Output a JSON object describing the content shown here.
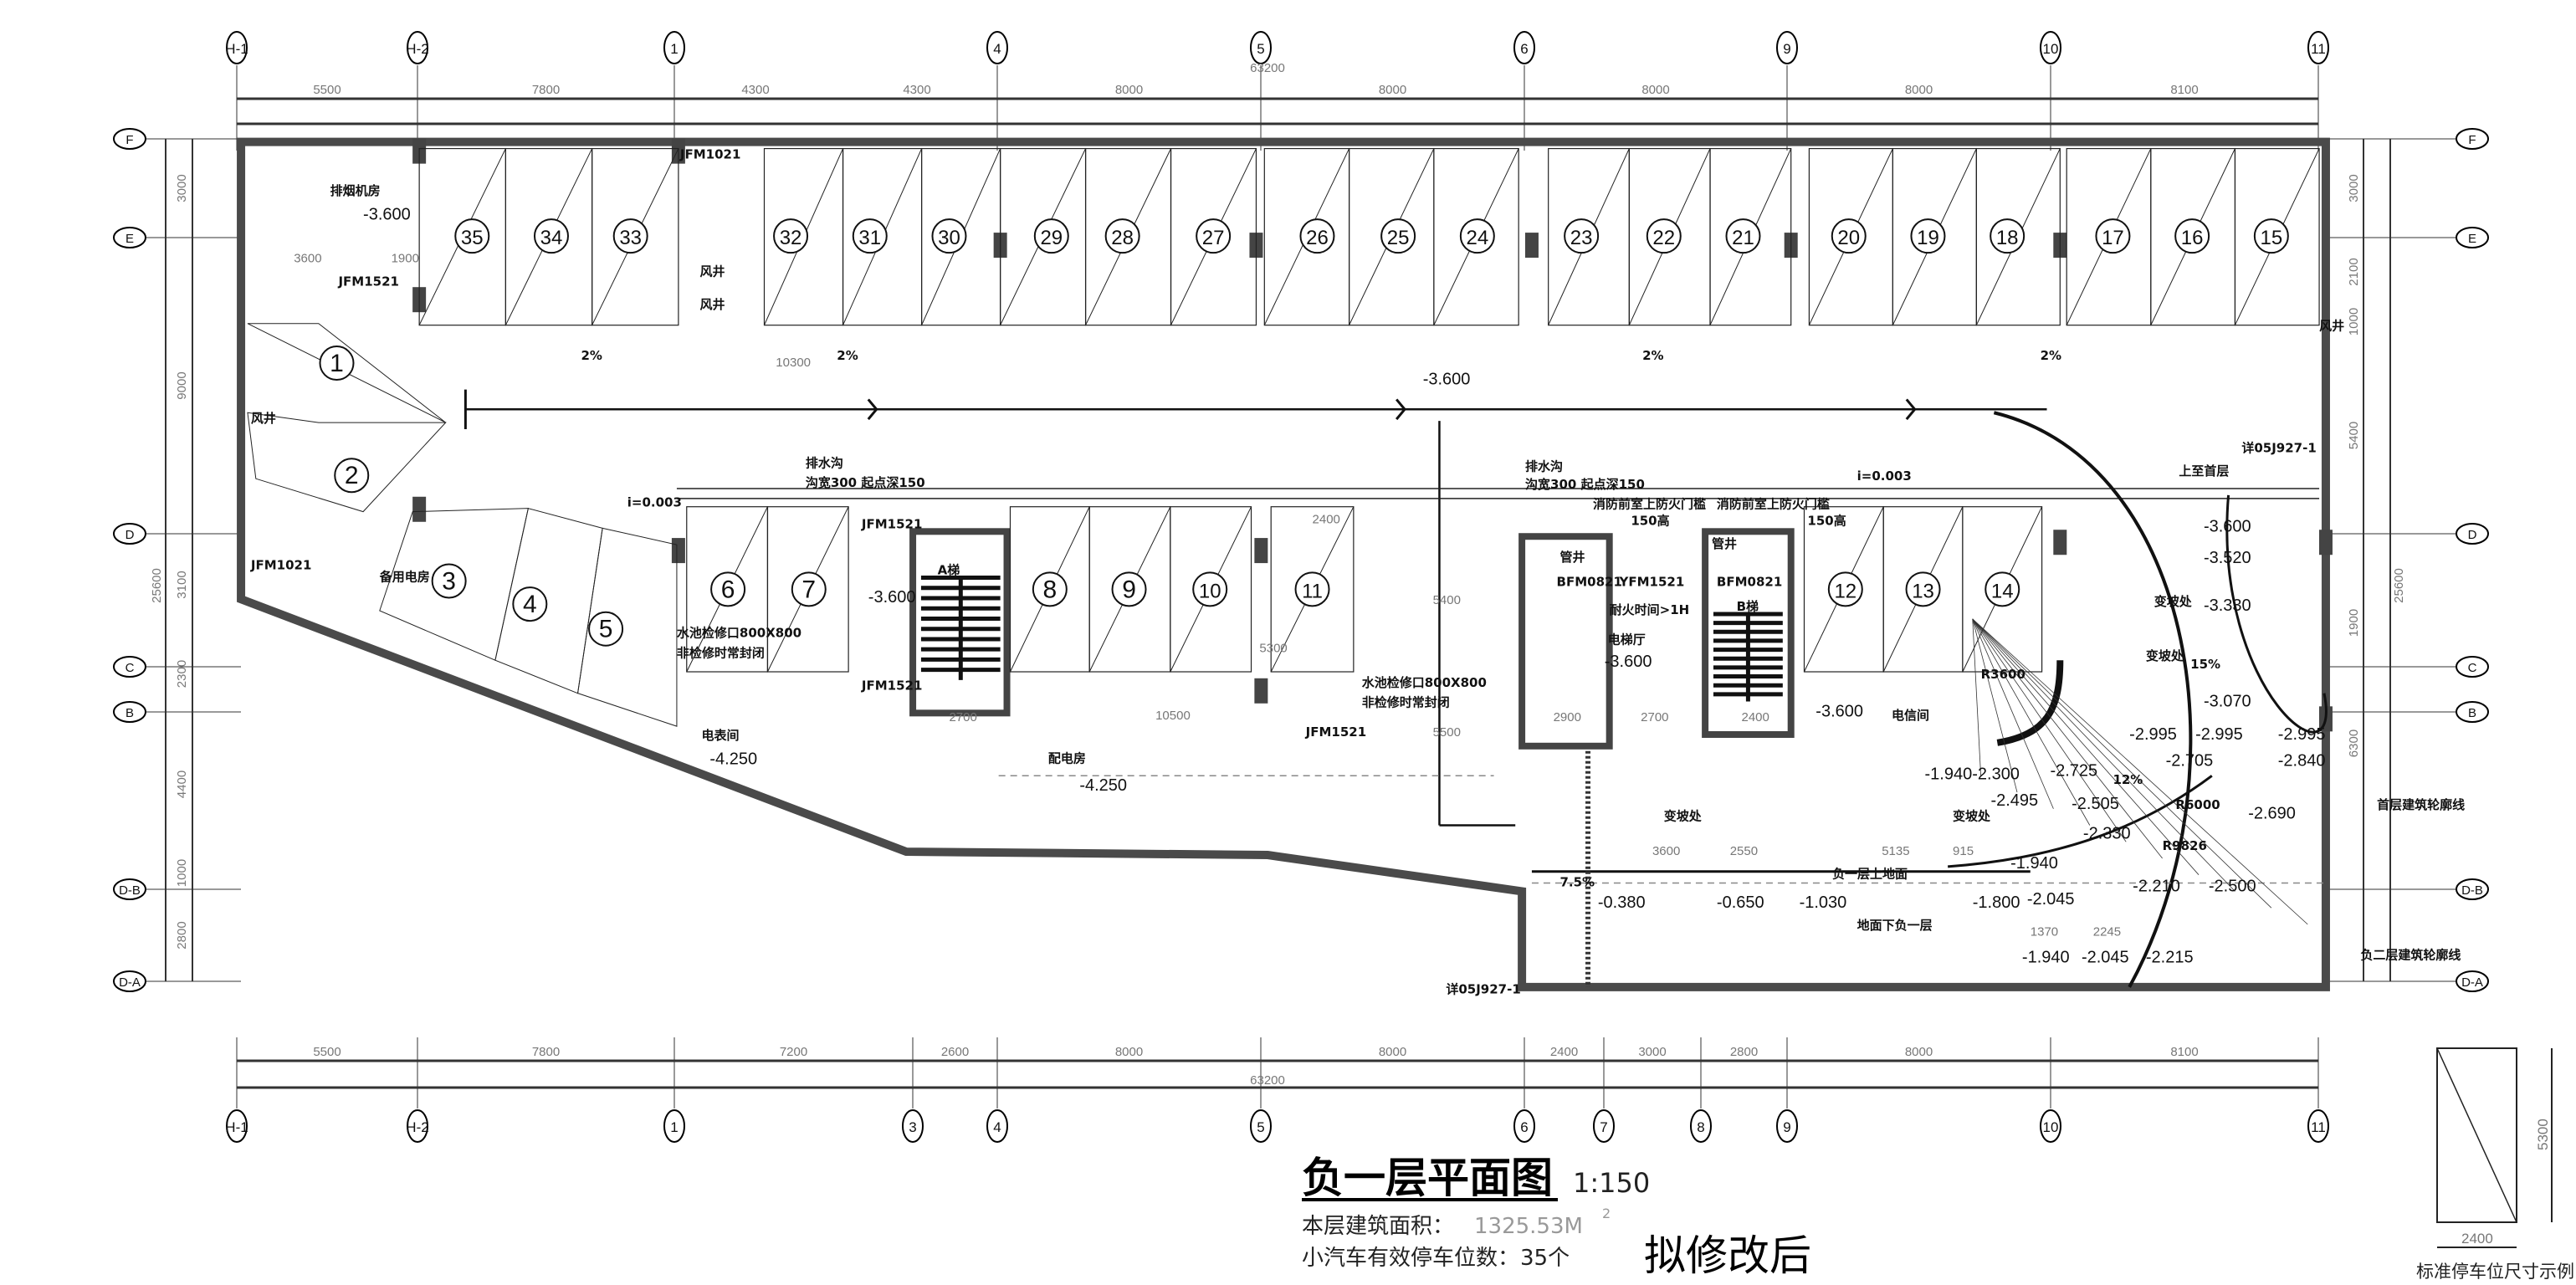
{
  "title": {
    "main": "负一层平面图",
    "scale": "1:150",
    "area_label": "本层建筑面积：",
    "area_value": "1325.53M",
    "area_sup": "2",
    "parking_label": "小汽车有效停车位数：",
    "parking_value": "35个",
    "revision_note": "拟修改后"
  },
  "axes": {
    "columns_top": [
      "H-1",
      "H-2",
      "1",
      "4",
      "5",
      "6",
      "9",
      "10",
      "11"
    ],
    "columns_bottom": [
      "H-1",
      "H-2",
      "1",
      "3",
      "4",
      "5",
      "6",
      "7",
      "8",
      "9",
      "10",
      "11"
    ],
    "rows": [
      "F",
      "E",
      "D",
      "C",
      "B",
      "D-B",
      "D-A"
    ]
  },
  "dimensions": {
    "top": [
      "5500",
      "7800",
      "4300",
      "4300",
      "8000",
      "8000",
      "8000",
      "8000",
      "8100"
    ],
    "top_total": "63200",
    "bottom": [
      "5500",
      "7800",
      "7200",
      "2600",
      "8000",
      "8000",
      "2400",
      "3000",
      "2800",
      "8000",
      "8100"
    ],
    "bottom_total": "63200",
    "left": [
      "3000",
      "9000",
      "3100",
      "2300",
      "4400",
      "1000",
      "2800"
    ],
    "left_total": "25600",
    "right": [
      "3000",
      "2100",
      "1000",
      "5400",
      "1900",
      "6300"
    ],
    "right_total": "25600"
  },
  "parking": {
    "spaces": [
      "1",
      "2",
      "3",
      "4",
      "5",
      "6",
      "7",
      "8",
      "9",
      "10",
      "11",
      "12",
      "13",
      "14",
      "15",
      "16",
      "17",
      "18",
      "19",
      "20",
      "21",
      "22",
      "23",
      "24",
      "25",
      "26",
      "27",
      "28",
      "29",
      "30",
      "31",
      "32",
      "33",
      "34",
      "35"
    ]
  },
  "legend": {
    "width": "2400",
    "length": "5300",
    "caption": "标准停车位尺寸示例"
  },
  "labels": [
    {
      "text": "排烟机房"
    },
    {
      "text": "-3.600"
    },
    {
      "text": "3600"
    },
    {
      "text": "1900"
    },
    {
      "text": "JFM1521"
    },
    {
      "text": "风井"
    },
    {
      "text": "风井"
    },
    {
      "text": "风井"
    },
    {
      "text": "风井"
    },
    {
      "text": "JFM1021"
    },
    {
      "text": "2%"
    },
    {
      "text": "2%"
    },
    {
      "text": "2%"
    },
    {
      "text": "2%"
    },
    {
      "text": "-3.600"
    },
    {
      "text": "i=0.003"
    },
    {
      "text": "i=0.003"
    },
    {
      "text": "排水沟"
    },
    {
      "text": "沟宽300 起点深150"
    },
    {
      "text": "备用电房"
    },
    {
      "text": "JFM1021"
    },
    {
      "text": "水池检修口800X800"
    },
    {
      "text": "非检修时常封闭"
    },
    {
      "text": "JFM1521"
    },
    {
      "text": "JFM1521"
    },
    {
      "text": "A梯"
    },
    {
      "text": "-3.600"
    },
    {
      "text": "电表间"
    },
    {
      "text": "-4.250"
    },
    {
      "text": "配电房"
    },
    {
      "text": "-4.250"
    },
    {
      "text": "水池检修口800X800"
    },
    {
      "text": "非检修时常封闭"
    },
    {
      "text": "JFM1521"
    },
    {
      "text": "管井"
    },
    {
      "text": "管井"
    },
    {
      "text": "电梯厅"
    },
    {
      "text": "-3.600"
    },
    {
      "text": "耐火时间>1H"
    },
    {
      "text": "B梯"
    },
    {
      "text": "电信间"
    },
    {
      "text": "-3.600"
    },
    {
      "text": "YFM1521"
    },
    {
      "text": "排水沟"
    },
    {
      "text": "沟宽300 起点深150"
    },
    {
      "text": "-3.600"
    },
    {
      "text": "-3.520"
    },
    {
      "text": "-3.330"
    },
    {
      "text": "-3.070"
    },
    {
      "text": "-2.995"
    },
    {
      "text": "-2.995"
    },
    {
      "text": "-2.995"
    },
    {
      "text": "-2.705"
    },
    {
      "text": "-2.840"
    },
    {
      "text": "-1.940-2.300"
    },
    {
      "text": "-2.725"
    },
    {
      "text": "-2.495"
    },
    {
      "text": "-2.505"
    },
    {
      "text": "-2.690"
    },
    {
      "text": "-2.330"
    },
    {
      "text": "-1.940"
    },
    {
      "text": "-2.210"
    },
    {
      "text": "-2.500"
    },
    {
      "text": "-0.380"
    },
    {
      "text": "-0.650"
    },
    {
      "text": "-1.030"
    },
    {
      "text": "-1.800"
    },
    {
      "text": "-2.045"
    },
    {
      "text": "-1.940"
    },
    {
      "text": "-2.045"
    },
    {
      "text": "-2.215"
    },
    {
      "text": "R3600"
    },
    {
      "text": "R6000"
    },
    {
      "text": "R9826"
    },
    {
      "text": "12%"
    },
    {
      "text": "15%"
    },
    {
      "text": "7.5%"
    },
    {
      "text": "变坡处"
    },
    {
      "text": "变坡处"
    },
    {
      "text": "变坡处"
    },
    {
      "text": "变坡处"
    },
    {
      "text": "首层建筑轮廓线"
    },
    {
      "text": "负二层建筑轮廓线"
    },
    {
      "text": "详05J927-1"
    },
    {
      "text": "详05J927-1"
    },
    {
      "text": "上至首层"
    },
    {
      "text": "地面下负一层"
    },
    {
      "text": "负一层上地面"
    },
    {
      "text": "3600"
    },
    {
      "text": "2550"
    },
    {
      "text": "5135"
    },
    {
      "text": "915"
    },
    {
      "text": "1370"
    },
    {
      "text": "2245"
    },
    {
      "text": "5400"
    },
    {
      "text": "5500"
    },
    {
      "text": "10300"
    },
    {
      "text": "10500"
    },
    {
      "text": "5300"
    },
    {
      "text": "2400"
    },
    {
      "text": "2900"
    },
    {
      "text": "2700"
    },
    {
      "text": "2700"
    },
    {
      "text": "2400"
    },
    {
      "text": "150高"
    },
    {
      "text": "150高"
    },
    {
      "text": "消防前室上防火门槛"
    },
    {
      "text": "消防前室上防火门槛"
    },
    {
      "text": "BFM0821"
    },
    {
      "text": "BFM0821"
    }
  ]
}
